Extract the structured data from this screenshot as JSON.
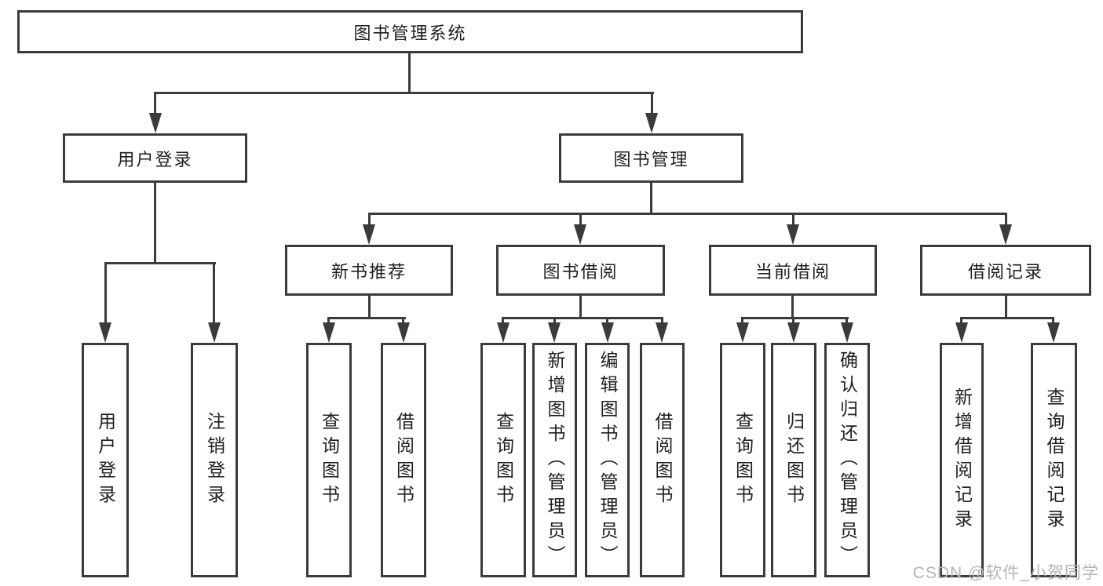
{
  "colors": {
    "line": "#3b3b3b",
    "text": "#1f1f1f",
    "watermark": "#b4b4b6",
    "background": "#ffffff"
  },
  "watermark": {
    "text": "CSDN @软件_小贺同学"
  },
  "diagram": {
    "type": "hierarchy-tree",
    "root": {
      "label": "图书管理系统"
    },
    "branches": [
      {
        "label": "用户登录",
        "children": [
          {
            "label": "用户登录"
          },
          {
            "label": "注销登录"
          }
        ]
      },
      {
        "label": "图书管理",
        "children": [
          {
            "label": "新书推荐",
            "children": [
              {
                "label": "查询图书"
              },
              {
                "label": "借阅图书"
              }
            ]
          },
          {
            "label": "图书借阅",
            "children": [
              {
                "label": "查询图书"
              },
              {
                "label": "新增图书（管理员）"
              },
              {
                "label": "编辑图书（管理员）"
              },
              {
                "label": "借阅图书"
              }
            ]
          },
          {
            "label": "当前借阅",
            "children": [
              {
                "label": "查询图书"
              },
              {
                "label": "归还图书"
              },
              {
                "label": "确认归还（管理员）"
              }
            ]
          },
          {
            "label": "借阅记录",
            "children": [
              {
                "label": "新增借阅记录"
              },
              {
                "label": "查询借阅记录"
              }
            ]
          }
        ]
      }
    ]
  }
}
